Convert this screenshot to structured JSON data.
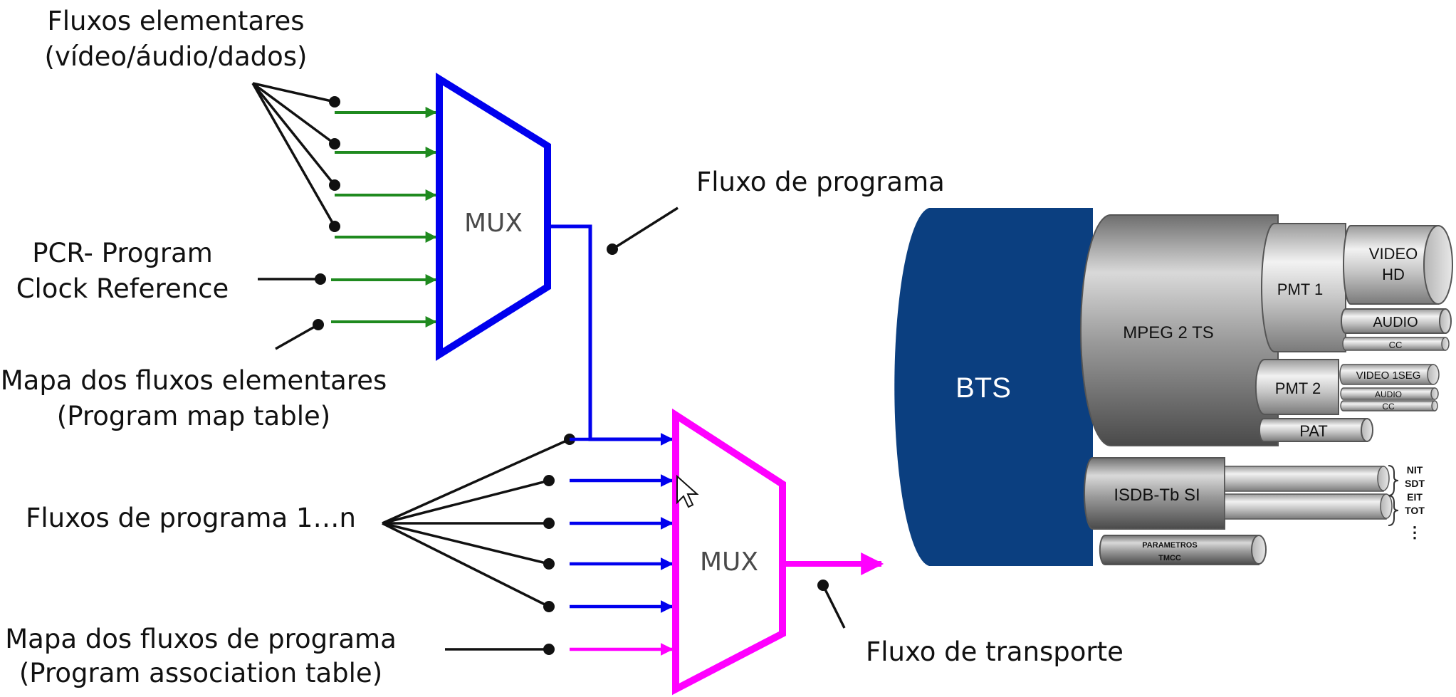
{
  "labels": {
    "elementary_line1": "Fluxos elementares",
    "elementary_line2": "(vídeo/áudio/dados)",
    "pcr_line1": "PCR- Program",
    "pcr_line2": "Clock Reference",
    "pmt_map_line1": "Mapa dos fluxos elementares",
    "pmt_map_line2": "(Program map table)",
    "program_stream": "Fluxo de programa",
    "program_streams": "Fluxos de programa 1…n",
    "pat_map_line1": "Mapa dos fluxos de programa",
    "pat_map_line2": "(Program association table)",
    "transport_stream": "Fluxo de transporte"
  },
  "mux": {
    "top": "MUX",
    "bottom": "MUX"
  },
  "cable": {
    "bts": "BTS",
    "mpeg": "MPEG 2 TS",
    "pmt1": "PMT 1",
    "video_hd_line1": "VIDEO",
    "video_hd_line2": "HD",
    "audio": "AUDIO",
    "cc": "CC",
    "pmt2": "PMT 2",
    "video_1seg": "VIDEO 1SEG",
    "audio_small": "AUDIO",
    "cc_small": "CC",
    "pat": "PAT",
    "isdb": "ISDB-Tb SI",
    "parametros": "PARAMETROS",
    "tmcc": "TMCC",
    "nit": "NIT",
    "sdt": "SDT",
    "eit": "EIT",
    "tot": "TOT",
    "ellipsis": "⋮"
  },
  "colors": {
    "elementary_arrows": "#1f8a1f",
    "program_mux": "#0000ee",
    "transport_mux": "#ff00ff",
    "bts_blue": "#0b3f80",
    "cable_grey": "#8a8a8a"
  }
}
